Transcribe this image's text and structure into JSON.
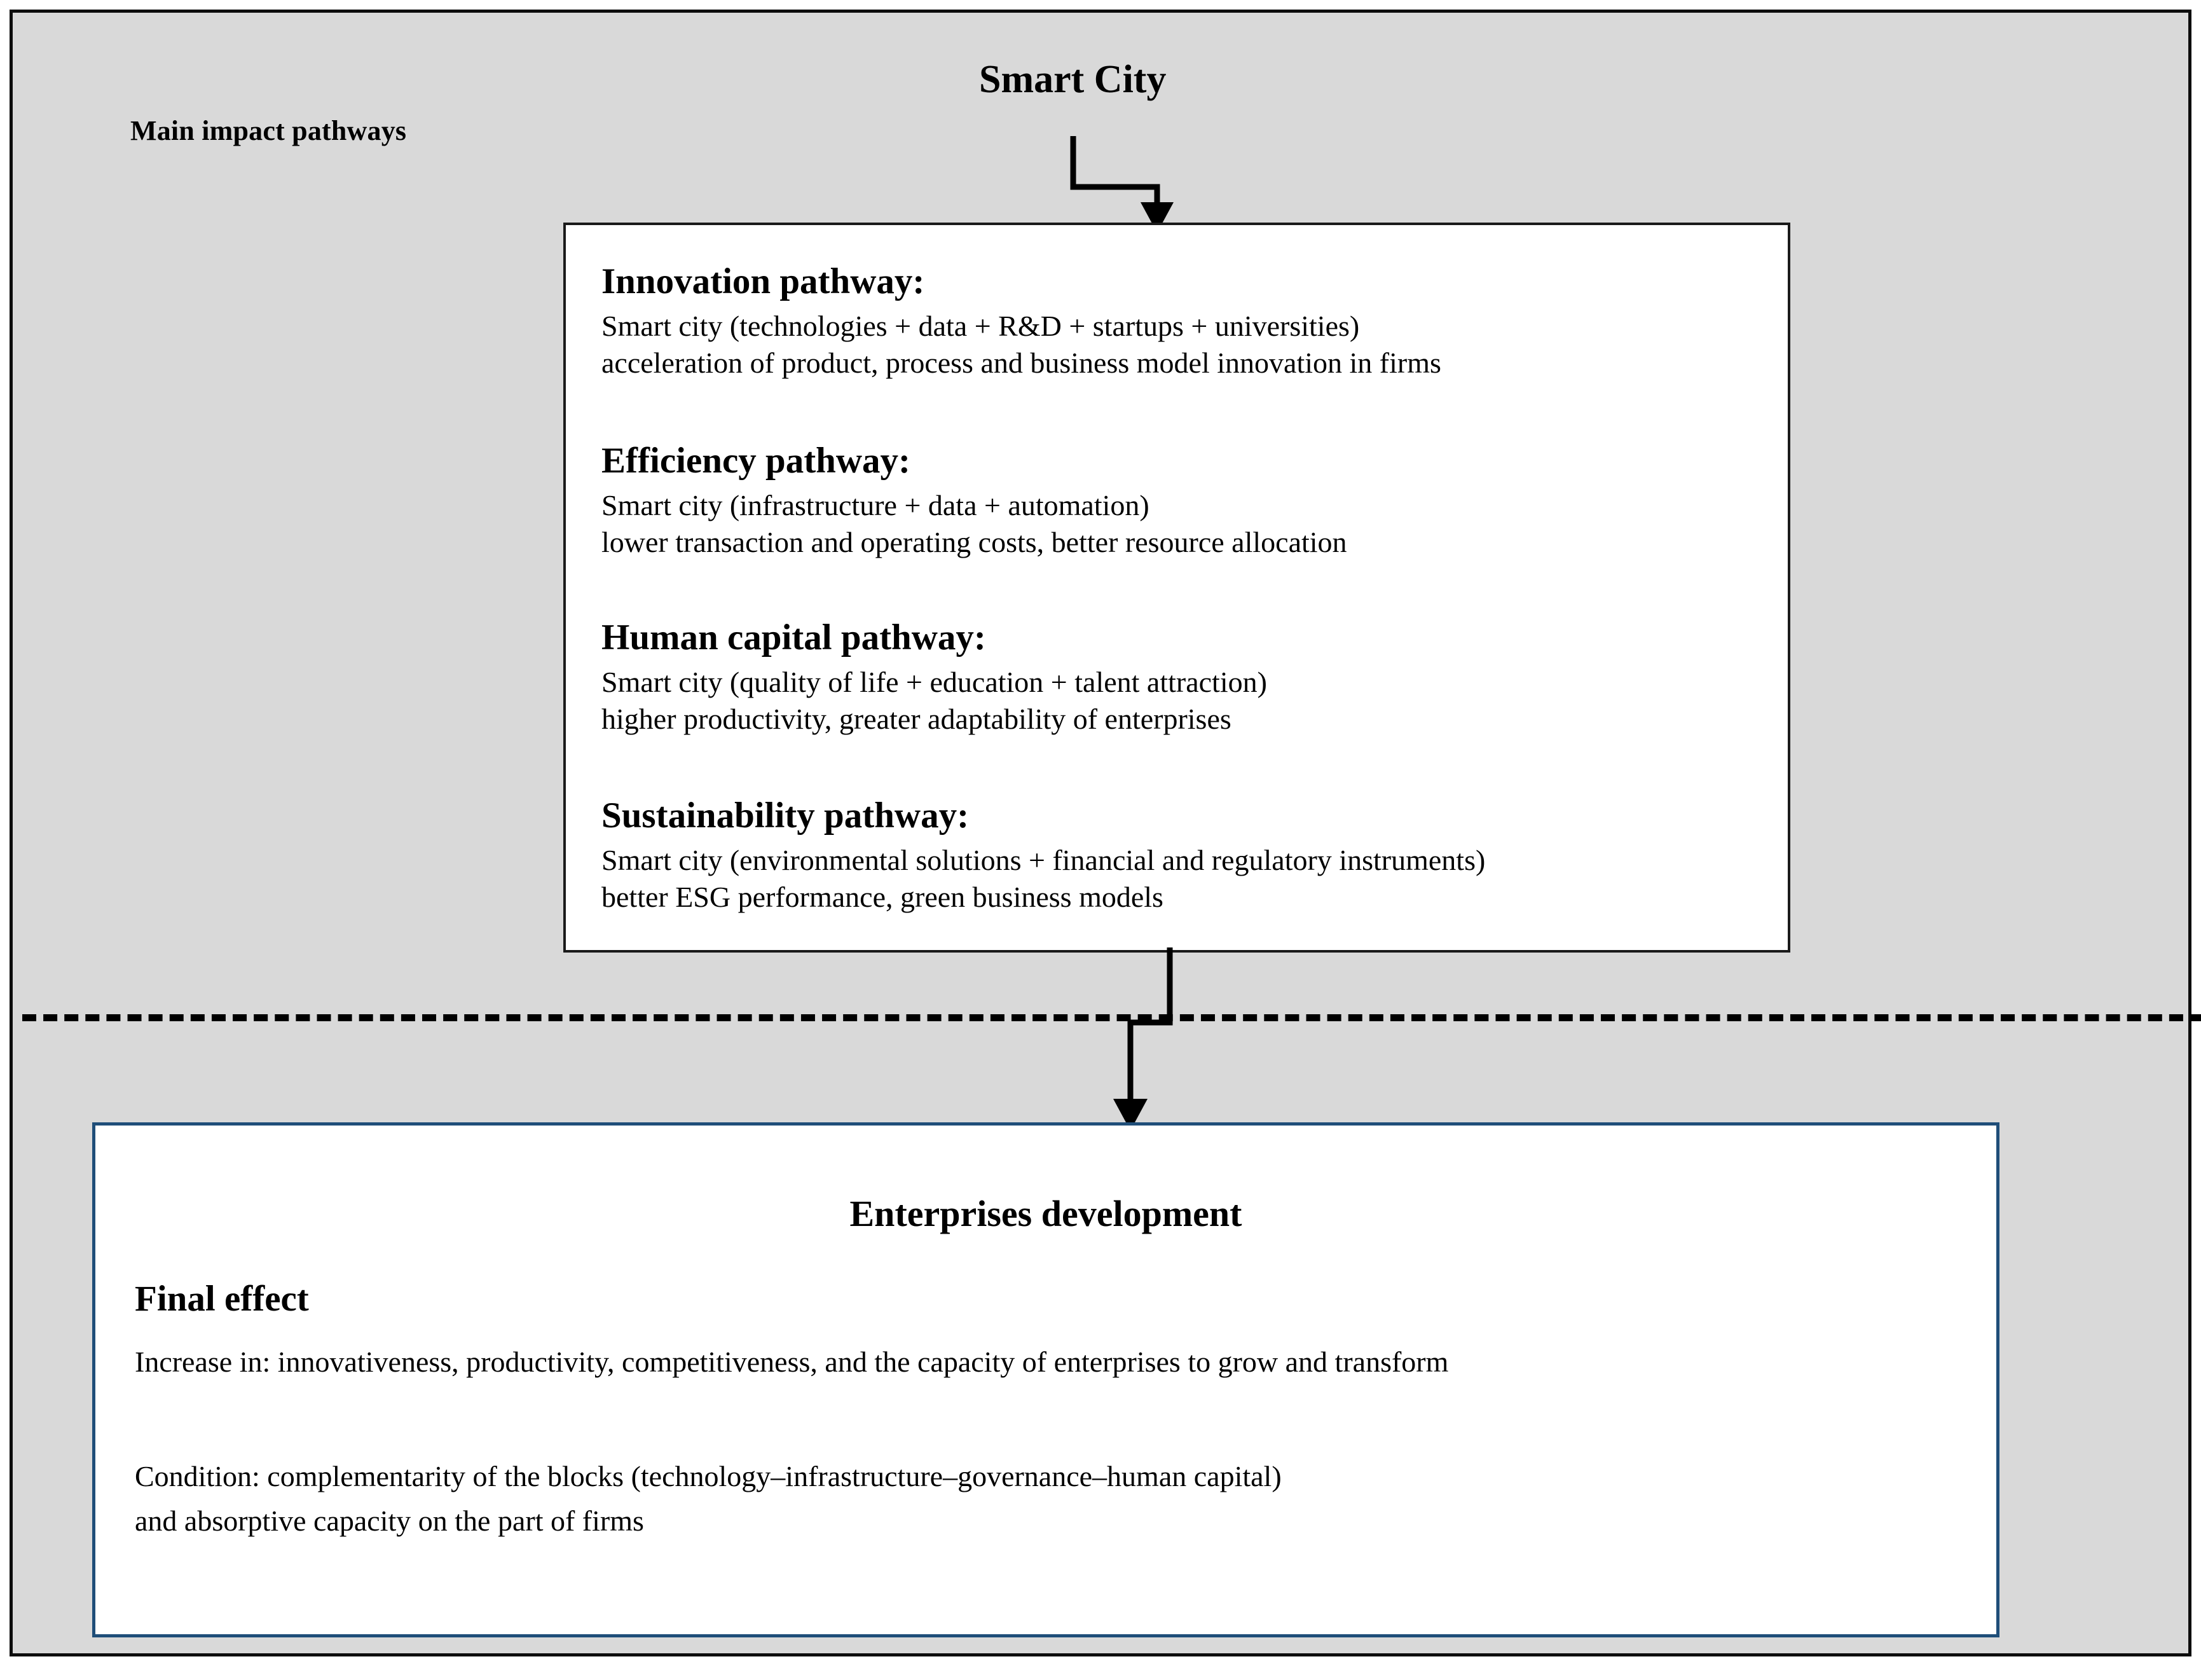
{
  "diagram": {
    "background_color": "#d9d9d9",
    "frame_border_color": "#0d0d0d",
    "box_border_color": "#1a1a1a",
    "bottom_box_border_color": "#1f4e79",
    "section_label": "Main impact pathways",
    "source_title": "Smart City"
  },
  "pathways": [
    {
      "heading": "Innovation pathway:",
      "line1": "Smart city (technologies + data + R&D + startups + universities)",
      "line2": "acceleration of product, process and business model innovation in firms"
    },
    {
      "heading": "Efficiency pathway:",
      "line1": "Smart city (infrastructure + data + automation)",
      "line2": "lower transaction and operating costs, better resource allocation"
    },
    {
      "heading": "Human capital pathway:",
      "line1": "Smart city (quality of life + education + talent attraction)",
      "line2": "higher productivity, greater adaptability of enterprises"
    },
    {
      "heading": "Sustainability pathway:",
      "line1": "Smart city (environmental solutions + financial and regulatory instruments)",
      "line2": "better ESG performance,  green business models"
    }
  ],
  "outcome": {
    "title": "Enterprises development",
    "final_effect_heading": "Final effect",
    "final_effect_text": "Increase in: innovativeness, productivity, competitiveness, and the capacity of enterprises to grow and transform",
    "condition_line1": "Condition: complementarity of the blocks (technology–infrastructure–governance–human capital)",
    "condition_line2": "and absorptive capacity on the part of firms"
  }
}
